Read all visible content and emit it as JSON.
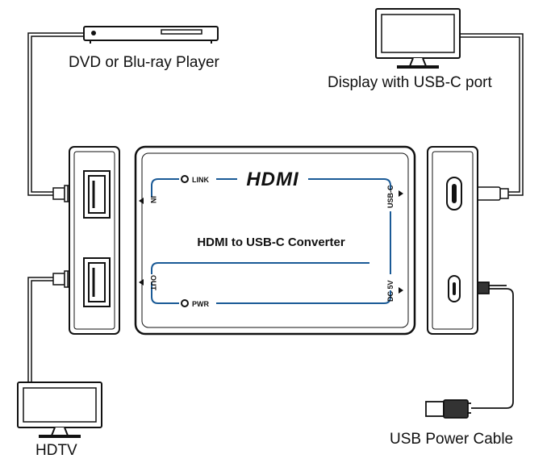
{
  "devices": {
    "dvd_label": "DVD or Blu-ray Player",
    "display_label": "Display with USB-C port",
    "hdtv_label": "HDTV",
    "usb_cable_label": "USB Power Cable"
  },
  "converter": {
    "logo": "HDMI",
    "title": "HDMI to USB-C Converter",
    "indicators": {
      "link": "LINK",
      "pwr": "PWR"
    },
    "ports": {
      "in": "IN",
      "out": "OUT",
      "usbc": "USB-C",
      "dc5v": "DC 5V"
    }
  },
  "colors": {
    "line": "#111111",
    "accent": "#1a5a96",
    "panel": "#ffffff"
  }
}
